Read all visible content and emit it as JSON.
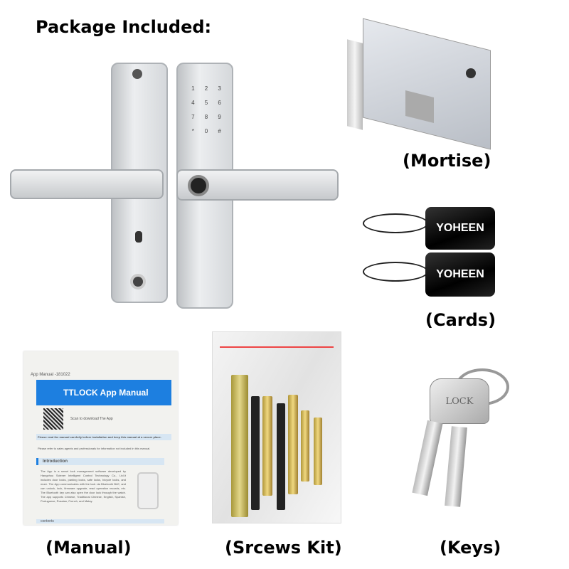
{
  "title": "Package Included:",
  "lock": {
    "keypad": [
      "1",
      "2",
      "3",
      "4",
      "5",
      "6",
      "7",
      "8",
      "9",
      "*",
      "0",
      "#"
    ]
  },
  "mortise": {
    "label": "(Mortise)"
  },
  "cards": {
    "label": "(Cards)",
    "brand": "YOHEEN",
    "count": 2
  },
  "manual": {
    "label": "(Manual)",
    "header": "App Manual -181022",
    "banner": "TTLOCK App Manual",
    "scan": "Scan to download The App",
    "notice": "Please read the manual carefully before installation and keep this manual at a secure place.",
    "refer": "Please refer to sales agents and professionals for information not included in this manual.",
    "intro_title": "Introduction",
    "intro_text": "The App is a smart lock management software developed by Hangzhou Sciener Intelligent Control Technology Co., Ltd.It includes door locks, parking locks, safe locks, bicycle locks, and more. The App communicates with the lock via Bluetooth BLE, and can unlock, lock, firmware upgrade, read operation records, etc. The Bluetooth key can also open the door lock through the watch. The app supports Chinese, Traditional Chinese, English, Spanish, Portuguese, Russian, French, and Malay.",
    "contents": "contents"
  },
  "screws": {
    "label": "(Srcews Kit)"
  },
  "keys": {
    "label": "(Keys)",
    "engraving": "LOCK"
  },
  "colors": {
    "manual_blue": "#1d7fe0",
    "card_black": "#000000"
  }
}
